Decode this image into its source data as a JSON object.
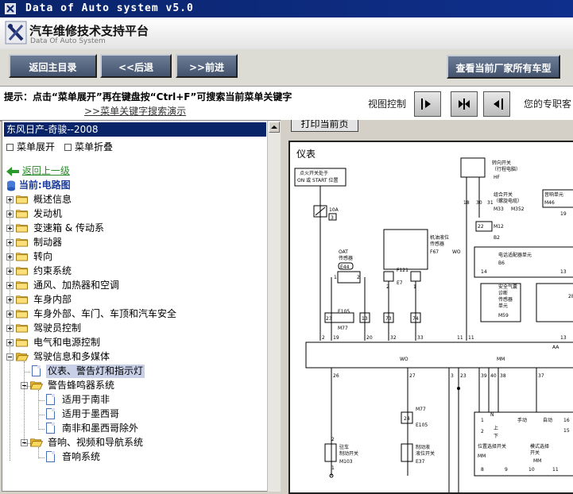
{
  "window": {
    "title": "Data of Auto system v5.0"
  },
  "header": {
    "app_name": "汽车维修技术支持平台",
    "app_subtitle": "Data Of Auto System"
  },
  "toolbar": {
    "home_label": "返回主目录",
    "back_label": "<<后退",
    "forward_label": ">>前进",
    "all_models_label": "查看当前厂家所有车型"
  },
  "hint": {
    "text": "提示：点击“菜单展开”再在键盘按“Ctrl+F”可搜索当前菜单关键字",
    "demo_link": ">>菜单关键字搜索演示",
    "view_control_label": "视图控制",
    "owner_text": "您的专职客"
  },
  "left": {
    "model": "东风日产-奇骏--2008",
    "expand_label": "菜单展开",
    "collapse_label": "菜单折叠",
    "up_label": "返回上一级",
    "current_label": "当前:电路图"
  },
  "tree": [
    {
      "label": "概述信息"
    },
    {
      "label": "发动机"
    },
    {
      "label": "变速箱 & 传动系"
    },
    {
      "label": "制动器"
    },
    {
      "label": "转向"
    },
    {
      "label": "约束系统"
    },
    {
      "label": "通风、加热器和空调"
    },
    {
      "label": "车身内部"
    },
    {
      "label": "车身外部、车门、车顶和汽车安全"
    },
    {
      "label": "驾驶员控制"
    },
    {
      "label": "电气和电源控制"
    },
    {
      "label": "驾驶信息和多媒体"
    },
    {
      "label": "仪表、警告灯和指示灯"
    },
    {
      "label": "警告蜂鸣器系统"
    },
    {
      "label": "适用于南非"
    },
    {
      "label": "适用于墨西哥"
    },
    {
      "label": "南非和墨西哥除外"
    },
    {
      "label": "音响、视频和导航系统"
    },
    {
      "label": "音响系统"
    }
  ],
  "right": {
    "print_label": "打印当前页",
    "diagram": {
      "title": "仪表",
      "labels": {
        "ign": "点火开关处于",
        "ign2": "ON 或 START 位置",
        "fuse": "10A",
        "fuse_no": "3",
        "oat": "OAT",
        "oat2": "传感器",
        "e44": "E44",
        "e105": "E105",
        "m77": "M77",
        "oil": "机油液位",
        "oil2": "传感器",
        "f67": "F67",
        "wo": "WO",
        "f121": "F121",
        "e7": "E7",
        "turn": "转向开关",
        "turn2": "（行程电脑）",
        "hf": "HF",
        "combo": "组合开关",
        "combo2": "（螺旋电缆）",
        "m33": "M33",
        "m352": "M352",
        "m12": "M12",
        "b2": "B2",
        "audio": "音响单元",
        "m46": "M46",
        "ecu": "电话适配器单元",
        "b6": "B6",
        "airbag": "安全气囊",
        "airbag2": "诊断",
        "airbag3": "传感器",
        "airbag4": "单元",
        "m59": "M59",
        "mm": "MM",
        "m77b": "M77",
        "e105b": "E105",
        "e37": "E37",
        "m103": "M103",
        "brake": "驻车",
        "brake2": "制动开关",
        "brake3": "制动液",
        "brake4": "液位开关",
        "sel": "位置选择开关",
        "mode": "模式选择",
        "mode2": "开关",
        "manual": "手动",
        "auto": "自动",
        "up": "上",
        "down": "下",
        "n": "N",
        "aa": "AA"
      },
      "pins": [
        "1",
        "2",
        "2",
        "1",
        "23",
        "13",
        "73",
        "74",
        "18",
        "30",
        "31",
        "22",
        "14",
        "13",
        "19",
        "2",
        "19",
        "20",
        "32",
        "33",
        "11",
        "11",
        "13",
        "26",
        "27",
        "3",
        "23",
        "39",
        "40",
        "38",
        "37",
        "24",
        "1",
        "2",
        "16",
        "15",
        "8",
        "9",
        "10",
        "11",
        "28",
        "2",
        "1"
      ]
    }
  }
}
